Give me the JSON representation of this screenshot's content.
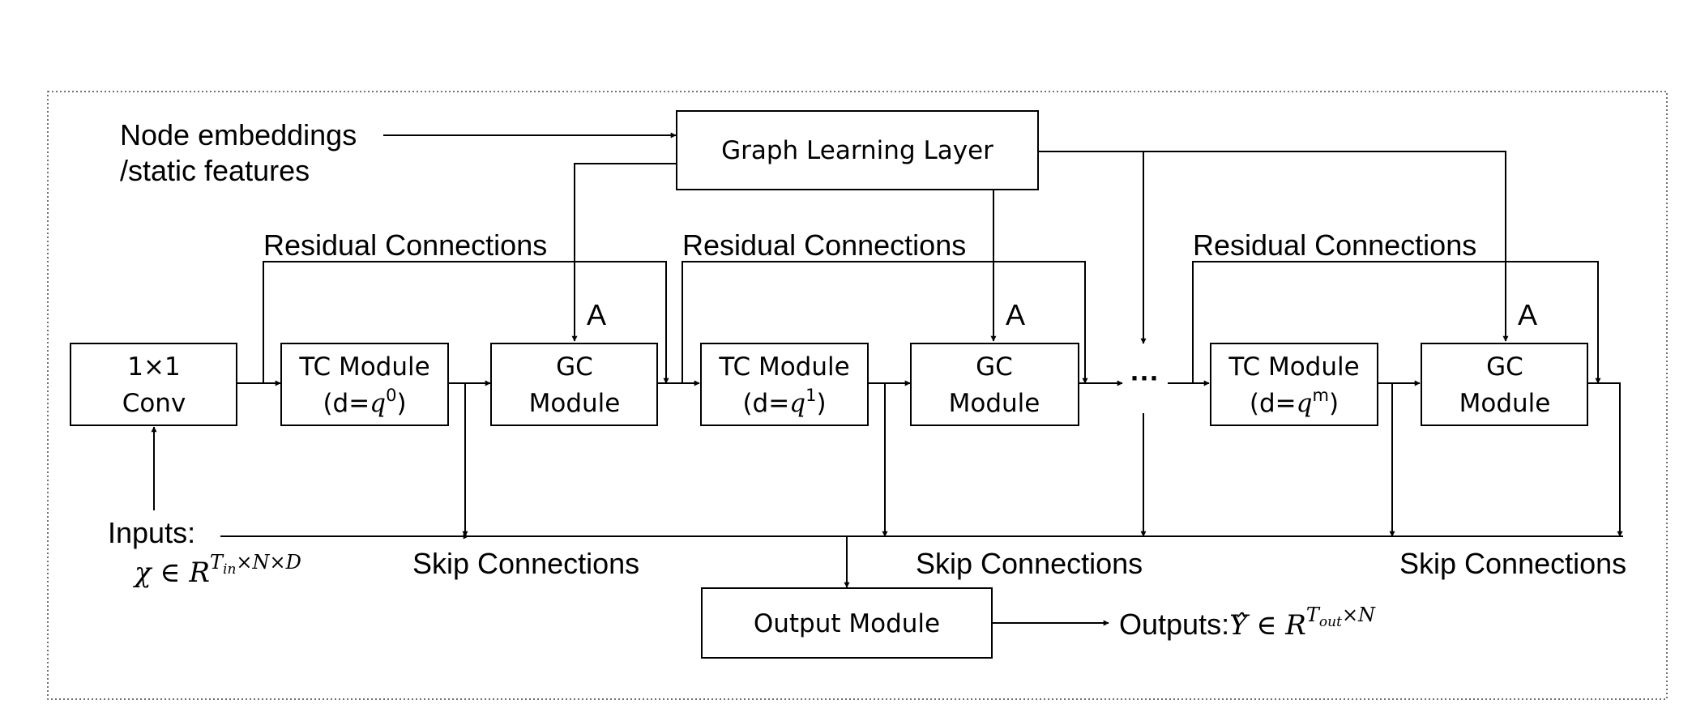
{
  "inputs": {
    "node_embeddings_line1": "Node embeddings",
    "node_embeddings_line2": "/static features",
    "inputs_label": "Inputs:",
    "inputs_formula": {
      "symbol": "χ ∈ R",
      "sup_base": "T",
      "sup_sub": "in",
      "sup_rest": "×N×D"
    }
  },
  "blocks": {
    "graph_learning_layer": "Graph Learning Layer",
    "conv_line1": "1×1",
    "conv_line2": "Conv",
    "tc_label": "TC Module",
    "tc_dilation_prefix": "(d=",
    "tc_dilation_base": "q",
    "tc_dilation_suffix": ")",
    "tc_exponents": [
      "0",
      "1",
      "m"
    ],
    "gc_line1": "GC",
    "gc_line2": "Module",
    "output_module": "Output Module"
  },
  "labels": {
    "residual_connections": "Residual Connections",
    "skip_connections": "Skip Connections",
    "adjacency": "A",
    "ellipsis": "···"
  },
  "outputs": {
    "outputs_label": "Outputs:",
    "formula": {
      "symbol": "Υ̂ ∈ R",
      "sup_base": "T",
      "sup_sub": "out",
      "sup_rest": "×N"
    }
  }
}
